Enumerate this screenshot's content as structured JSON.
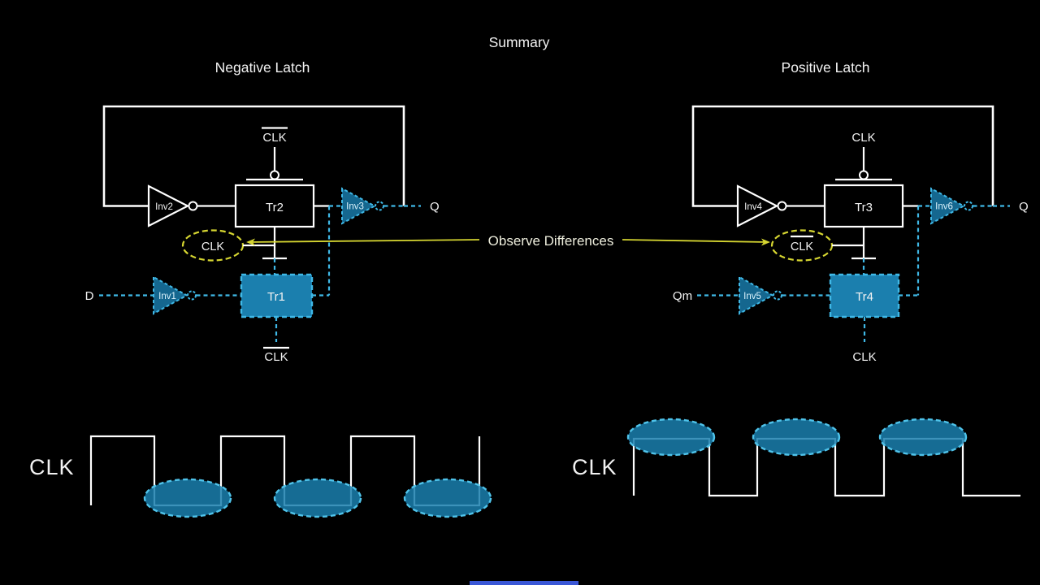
{
  "title": "Summary",
  "annotation": {
    "label": "Observe Differences"
  },
  "negative_latch": {
    "heading": "Negative Latch",
    "clk_top_label": "CLK",
    "clk_top_overline": true,
    "inv2_label": "Inv2",
    "tr2_label": "Tr2",
    "inv3_label": "Inv3",
    "q_label": "Q",
    "clk_circled_label": "CLK",
    "clk_circled_overline": false,
    "d_label": "D",
    "inv1_label": "Inv1",
    "tr1_label": "Tr1",
    "clk_bottom_label": "CLK",
    "clk_bottom_overline": true
  },
  "positive_latch": {
    "heading": "Positive Latch",
    "clk_top_label": "CLK",
    "clk_top_overline": false,
    "inv4_label": "Inv4",
    "tr3_label": "Tr3",
    "inv6_label": "Inv6",
    "q_label": "Q",
    "clk_circled_label": "CLK",
    "clk_circled_overline": true,
    "qm_label": "Qm",
    "inv5_label": "Inv5",
    "tr4_label": "Tr4",
    "clk_bottom_label": "CLK",
    "clk_bottom_overline": false
  },
  "waveforms": {
    "left": {
      "label": "CLK"
    },
    "right": {
      "label": "CLK"
    }
  },
  "colors": {
    "background": "#000000",
    "wire": "#ffffff",
    "cyan": "#3fb8e6",
    "cyan_fill": "#1b7fae",
    "yellow": "#d6d631",
    "bottom_bar": "#3a57d6"
  }
}
